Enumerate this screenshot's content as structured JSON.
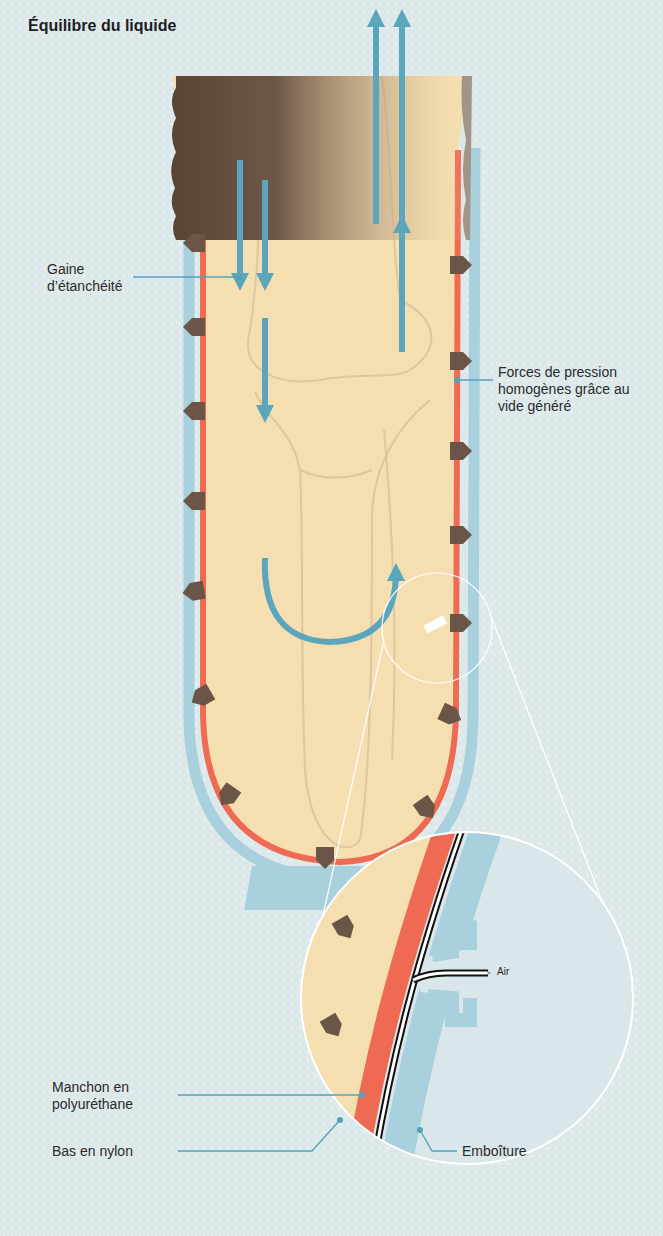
{
  "diagram": {
    "title": "Équilibre du liquide",
    "labels": [
      "Gaine d’étanchéité",
      "Forces de pression homogènes grâce au vide généré",
      "Air",
      "Manchon en polyuréthane",
      "Bas en nylon",
      "Emboîture"
    ]
  }
}
